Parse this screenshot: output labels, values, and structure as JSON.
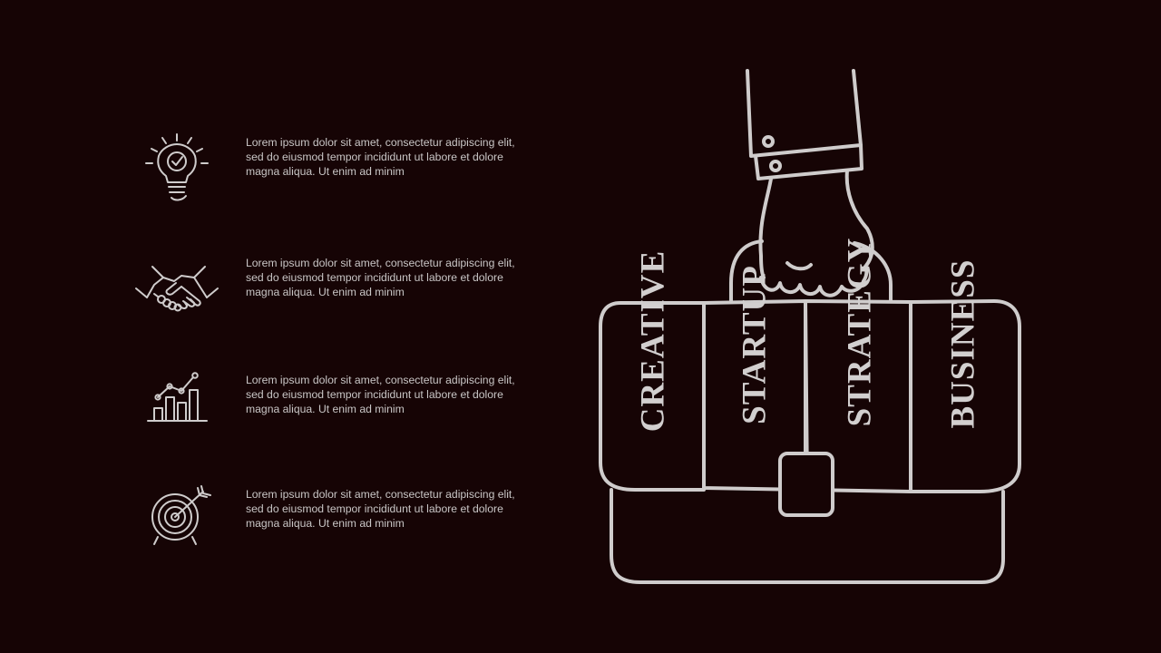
{
  "theme": {
    "background": "#160405",
    "line_color": "#cfcccc",
    "text_color": "#c9c6c6"
  },
  "features": [
    {
      "icon": "lightbulb-icon",
      "text": "Lorem ipsum dolor sit amet, consectetur adipiscing elit, sed do eiusmod tempor incididunt ut labore et dolore magna aliqua. Ut enim ad minim"
    },
    {
      "icon": "handshake-icon",
      "text": "Lorem ipsum dolor sit amet, consectetur adipiscing elit, sed do eiusmod tempor incididunt ut labore et dolore magna aliqua. Ut enim ad minim"
    },
    {
      "icon": "growth-chart-icon",
      "text": "Lorem ipsum dolor sit amet, consectetur adipiscing elit, sed do eiusmod tempor incididunt ut labore et dolore magna aliqua. Ut enim ad minim"
    },
    {
      "icon": "target-icon",
      "text": "Lorem ipsum dolor sit amet, consectetur adipiscing elit, sed do eiusmod tempor incididunt ut labore et dolore magna aliqua. Ut enim ad minim"
    }
  ],
  "briefcase": {
    "icon": "hand-holding-briefcase-icon",
    "labels": [
      "CREATIVE",
      "STARTUP",
      "STRATEGY",
      "BUSINESS"
    ]
  }
}
